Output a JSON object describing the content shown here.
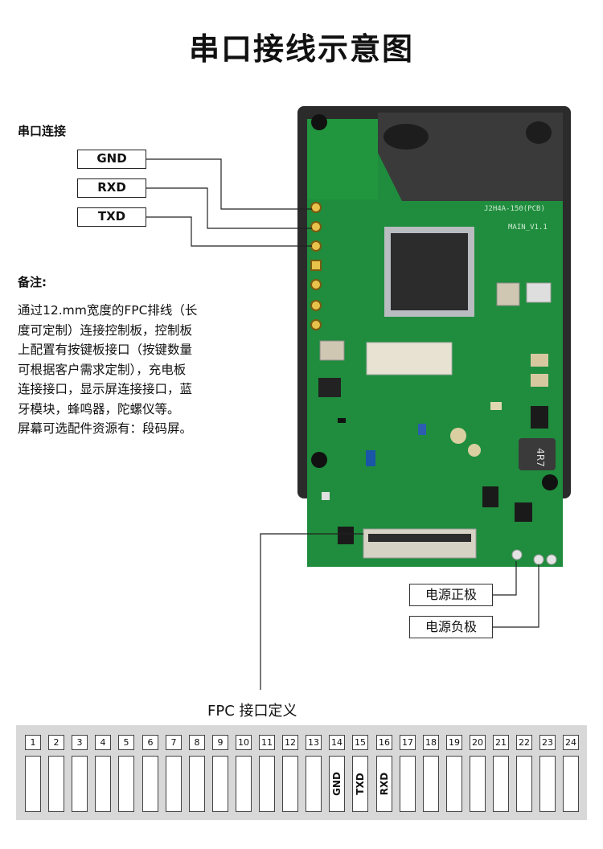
{
  "title": "串口接线示意图",
  "serial": {
    "heading": "串口连接",
    "pins": [
      "GND",
      "RXD",
      "TXD"
    ]
  },
  "note": {
    "heading": "备注:",
    "lines": [
      "通过12.mm宽度的FPC排线（长",
      "度可定制）连接控制板，控制板",
      "上配置有按键板接口（按键数量",
      "可根据客户需求定制），充电板",
      "连接接口，显示屏连接接口，蓝",
      "牙模块，蜂鸣器，陀螺仪等。",
      "屏幕可选配件资源有：段码屏。"
    ]
  },
  "power": {
    "positive": "电源正极",
    "negative": "电源负极"
  },
  "board": {
    "silk_top": "J2H4A-150(PCB)",
    "silk_main": "MAIN_V1.1",
    "inductor": "4R7"
  },
  "fpc": {
    "caption": "FPC 接口定义",
    "pins": [
      {
        "num": "1",
        "label": ""
      },
      {
        "num": "2",
        "label": ""
      },
      {
        "num": "3",
        "label": ""
      },
      {
        "num": "4",
        "label": ""
      },
      {
        "num": "5",
        "label": ""
      },
      {
        "num": "6",
        "label": ""
      },
      {
        "num": "7",
        "label": ""
      },
      {
        "num": "8",
        "label": ""
      },
      {
        "num": "9",
        "label": ""
      },
      {
        "num": "10",
        "label": ""
      },
      {
        "num": "11",
        "label": ""
      },
      {
        "num": "12",
        "label": ""
      },
      {
        "num": "13",
        "label": ""
      },
      {
        "num": "14",
        "label": "GND"
      },
      {
        "num": "15",
        "label": "TXD"
      },
      {
        "num": "16",
        "label": "RXD"
      },
      {
        "num": "17",
        "label": ""
      },
      {
        "num": "18",
        "label": ""
      },
      {
        "num": "19",
        "label": ""
      },
      {
        "num": "20",
        "label": ""
      },
      {
        "num": "21",
        "label": ""
      },
      {
        "num": "22",
        "label": ""
      },
      {
        "num": "23",
        "label": ""
      },
      {
        "num": "24",
        "label": ""
      }
    ]
  },
  "colors": {
    "pcb_green": "#1e8a3c",
    "pcb_dark": "#156b2c",
    "housing": "#2a2a2a",
    "fpc_strip": "#d8d8d8"
  }
}
